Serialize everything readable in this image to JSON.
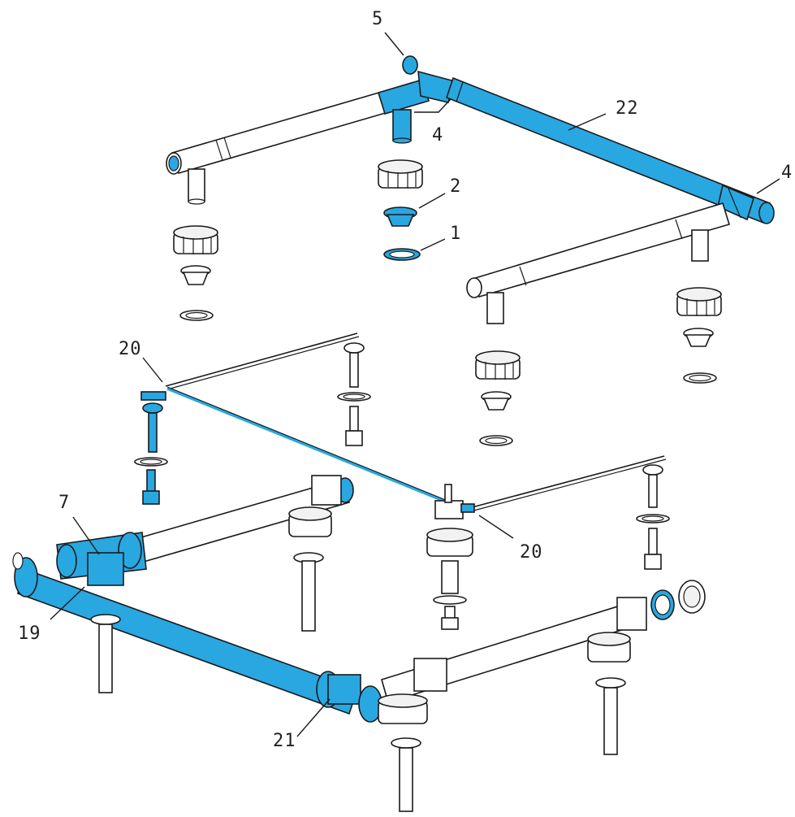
{
  "colors": {
    "highlight": "#29a7e1",
    "outline": "#1a1a1a",
    "pipe": "#ffffff",
    "shade": "#e6e6e6"
  },
  "callouts": [
    {
      "id": "c5",
      "text": "5"
    },
    {
      "id": "c4a",
      "text": "4"
    },
    {
      "id": "c22",
      "text": "22"
    },
    {
      "id": "c4b",
      "text": "4"
    },
    {
      "id": "c2",
      "text": "2"
    },
    {
      "id": "c1",
      "text": "1"
    },
    {
      "id": "c20a",
      "text": "20"
    },
    {
      "id": "c7",
      "text": "7"
    },
    {
      "id": "c20b",
      "text": "20"
    },
    {
      "id": "c19",
      "text": "19"
    },
    {
      "id": "c21",
      "text": "21"
    }
  ]
}
